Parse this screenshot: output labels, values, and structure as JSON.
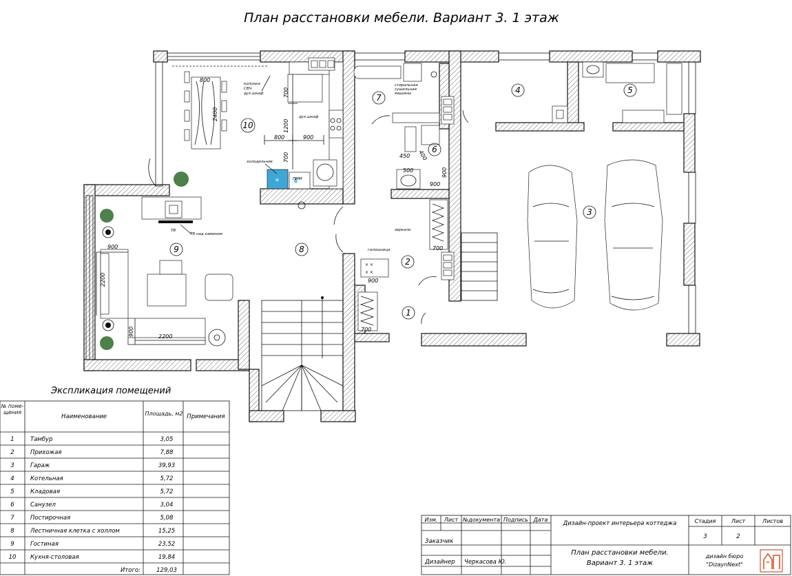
{
  "title": "План расстановки мебели. Вариант 3. 1 этаж",
  "rooms": [
    {
      "n": "1"
    },
    {
      "n": "2"
    },
    {
      "n": "3"
    },
    {
      "n": "4"
    },
    {
      "n": "5"
    },
    {
      "n": "6"
    },
    {
      "n": "7"
    },
    {
      "n": "8"
    },
    {
      "n": "9"
    },
    {
      "n": "10"
    }
  ],
  "annotations": {
    "kolonka": "колонка",
    "svch": "СВЧ",
    "dukhshkaf1": "дух.шкаф",
    "dukhshkaf2": "дух.шкаф",
    "kholodilnik": "холодильник",
    "pmm": "ПММ",
    "stiralnaya1": "стиральная",
    "stiralnaya2": "сушильная",
    "stiralnaya3": "машины",
    "zerkalo": "зеркало",
    "galoshnitsa": "галошница",
    "tv": "ТВ",
    "tv_kamin": "ТВ над камином"
  },
  "dimensions": {
    "d800_table": "800",
    "d2400": "2400",
    "d700a": "700",
    "d1200": "1200",
    "d800b": "800",
    "d900a": "900",
    "d700b": "700",
    "d450": "450",
    "d400": "400",
    "d500": "500",
    "d900b": "900",
    "d900c": "900",
    "d700c": "700",
    "d900d": "900",
    "d700d": "700",
    "d900e": "900",
    "d2200a": "2200",
    "d900f": "900",
    "d2200b": "2200"
  },
  "explication": {
    "caption": "Экспликация помещений",
    "headers": {
      "num": "№ поме- щения",
      "name": "Наименование",
      "area": "Площадь, м2",
      "notes": "Примечания"
    },
    "rows": [
      {
        "n": "1",
        "name": "Тамбур",
        "area": "3,05"
      },
      {
        "n": "2",
        "name": "Прихожая",
        "area": "7,88"
      },
      {
        "n": "3",
        "name": "Гараж",
        "area": "39,93"
      },
      {
        "n": "4",
        "name": "Котельная",
        "area": "5,72"
      },
      {
        "n": "5",
        "name": "Кладовая",
        "area": "5,72"
      },
      {
        "n": "6",
        "name": "Санузел",
        "area": "3,04"
      },
      {
        "n": "7",
        "name": "Постирочная",
        "area": "5,08"
      },
      {
        "n": "8",
        "name": "Лестничная клетка с холлом",
        "area": "15,25"
      },
      {
        "n": "9",
        "name": "Гостиная",
        "area": "23,52"
      },
      {
        "n": "10",
        "name": "Кухня-столовая",
        "area": "19,84"
      }
    ],
    "total_label": "Итого:",
    "total": "129,03"
  },
  "stamp": {
    "col_izm": "Изм.",
    "col_list": "Лист",
    "col_ndok": "№документа",
    "col_podpis": "Подпись",
    "col_data": "Дата",
    "project": "Дизайн-проект интерьера коттеджа",
    "stadia_label": "Стадия",
    "list_label": "Лист",
    "listov_label": "Листов",
    "stadia": "3",
    "list": "2",
    "zakazchik": "Заказчик",
    "dizayner": "Дизайнер",
    "designer_name": "Черкасова Ю.",
    "sheet_title_1": "План расстановки мебели.",
    "sheet_title_2": "Вариант 3. 1 этаж",
    "bureau_1": "дизайн бюро",
    "bureau_2": "\"DizaynNext\"",
    "logo_color": "#d9542b"
  },
  "colors": {
    "fridge": "#3fa7d6",
    "plant": "#2f6a2a"
  }
}
